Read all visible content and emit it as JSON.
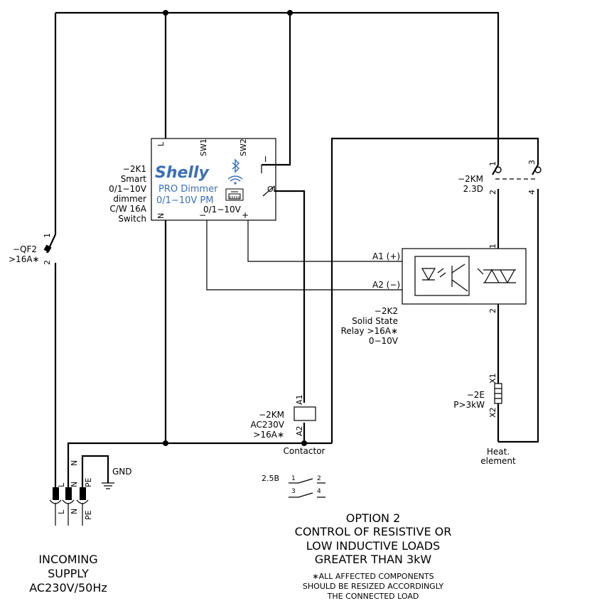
{
  "qf2": {
    "ref": "−QF2",
    "rating": ">16A∗",
    "pin1": "1",
    "pin2": "2"
  },
  "k1": {
    "lines": [
      "−2K1",
      "Smart",
      "0/1−10V",
      "dimmer",
      "C/W 16A",
      "Switch"
    ],
    "term_l": "L",
    "term_n": "N",
    "sw1": "SW1",
    "sw2": "SW2",
    "brand": "Shelly",
    "model1": "PRO Dimmer",
    "model2": "0/1−10V PM",
    "out_label": "0/1−10V",
    "minus": "−",
    "plus": "+",
    "relay_i": "I",
    "relay_o": "O"
  },
  "km_contact": {
    "ref": "−2KM",
    "val": "2.3D",
    "p1": "1",
    "p2": "2",
    "p3": "3",
    "p4": "4"
  },
  "k2": {
    "lines": [
      "−2K2",
      "Solid State",
      "Relay >16A∗",
      "0−10V"
    ],
    "a1": "A1 (+)",
    "a2": "A2 (−)",
    "p1": "1",
    "p2": "2"
  },
  "heater": {
    "ref": "−2E",
    "val": "P>3kW",
    "x1": "X1",
    "x2": "X2",
    "label1": "Heat.",
    "label2": "element"
  },
  "km_coil": {
    "lines": [
      "−2KM",
      "AC230V",
      ">16A∗"
    ],
    "a1": "A1",
    "a2": "A2",
    "label": "Contactor"
  },
  "supply": {
    "top": [
      "L",
      "N",
      "N",
      "PE"
    ],
    "bottom": [
      "L",
      "N",
      "PE"
    ],
    "gnd": "GND",
    "title": [
      "INCOMING",
      "SUPPLY",
      "AC230V/50Hz"
    ]
  },
  "ref_contacts": {
    "ref": "2.5B",
    "p1": "1",
    "p2": "2",
    "p3": "3",
    "p4": "4"
  },
  "option": {
    "title": [
      "OPTION 2",
      "CONTROL OF RESISTIVE OR",
      "LOW INDUCTIVE LOADS",
      "GREATER THAN 3kW"
    ],
    "note": [
      "∗ALL AFFECTED COMPONENTS",
      "SHOULD BE RESIZED ACCORDINGLY",
      "THE CONNECTED LOAD"
    ]
  }
}
